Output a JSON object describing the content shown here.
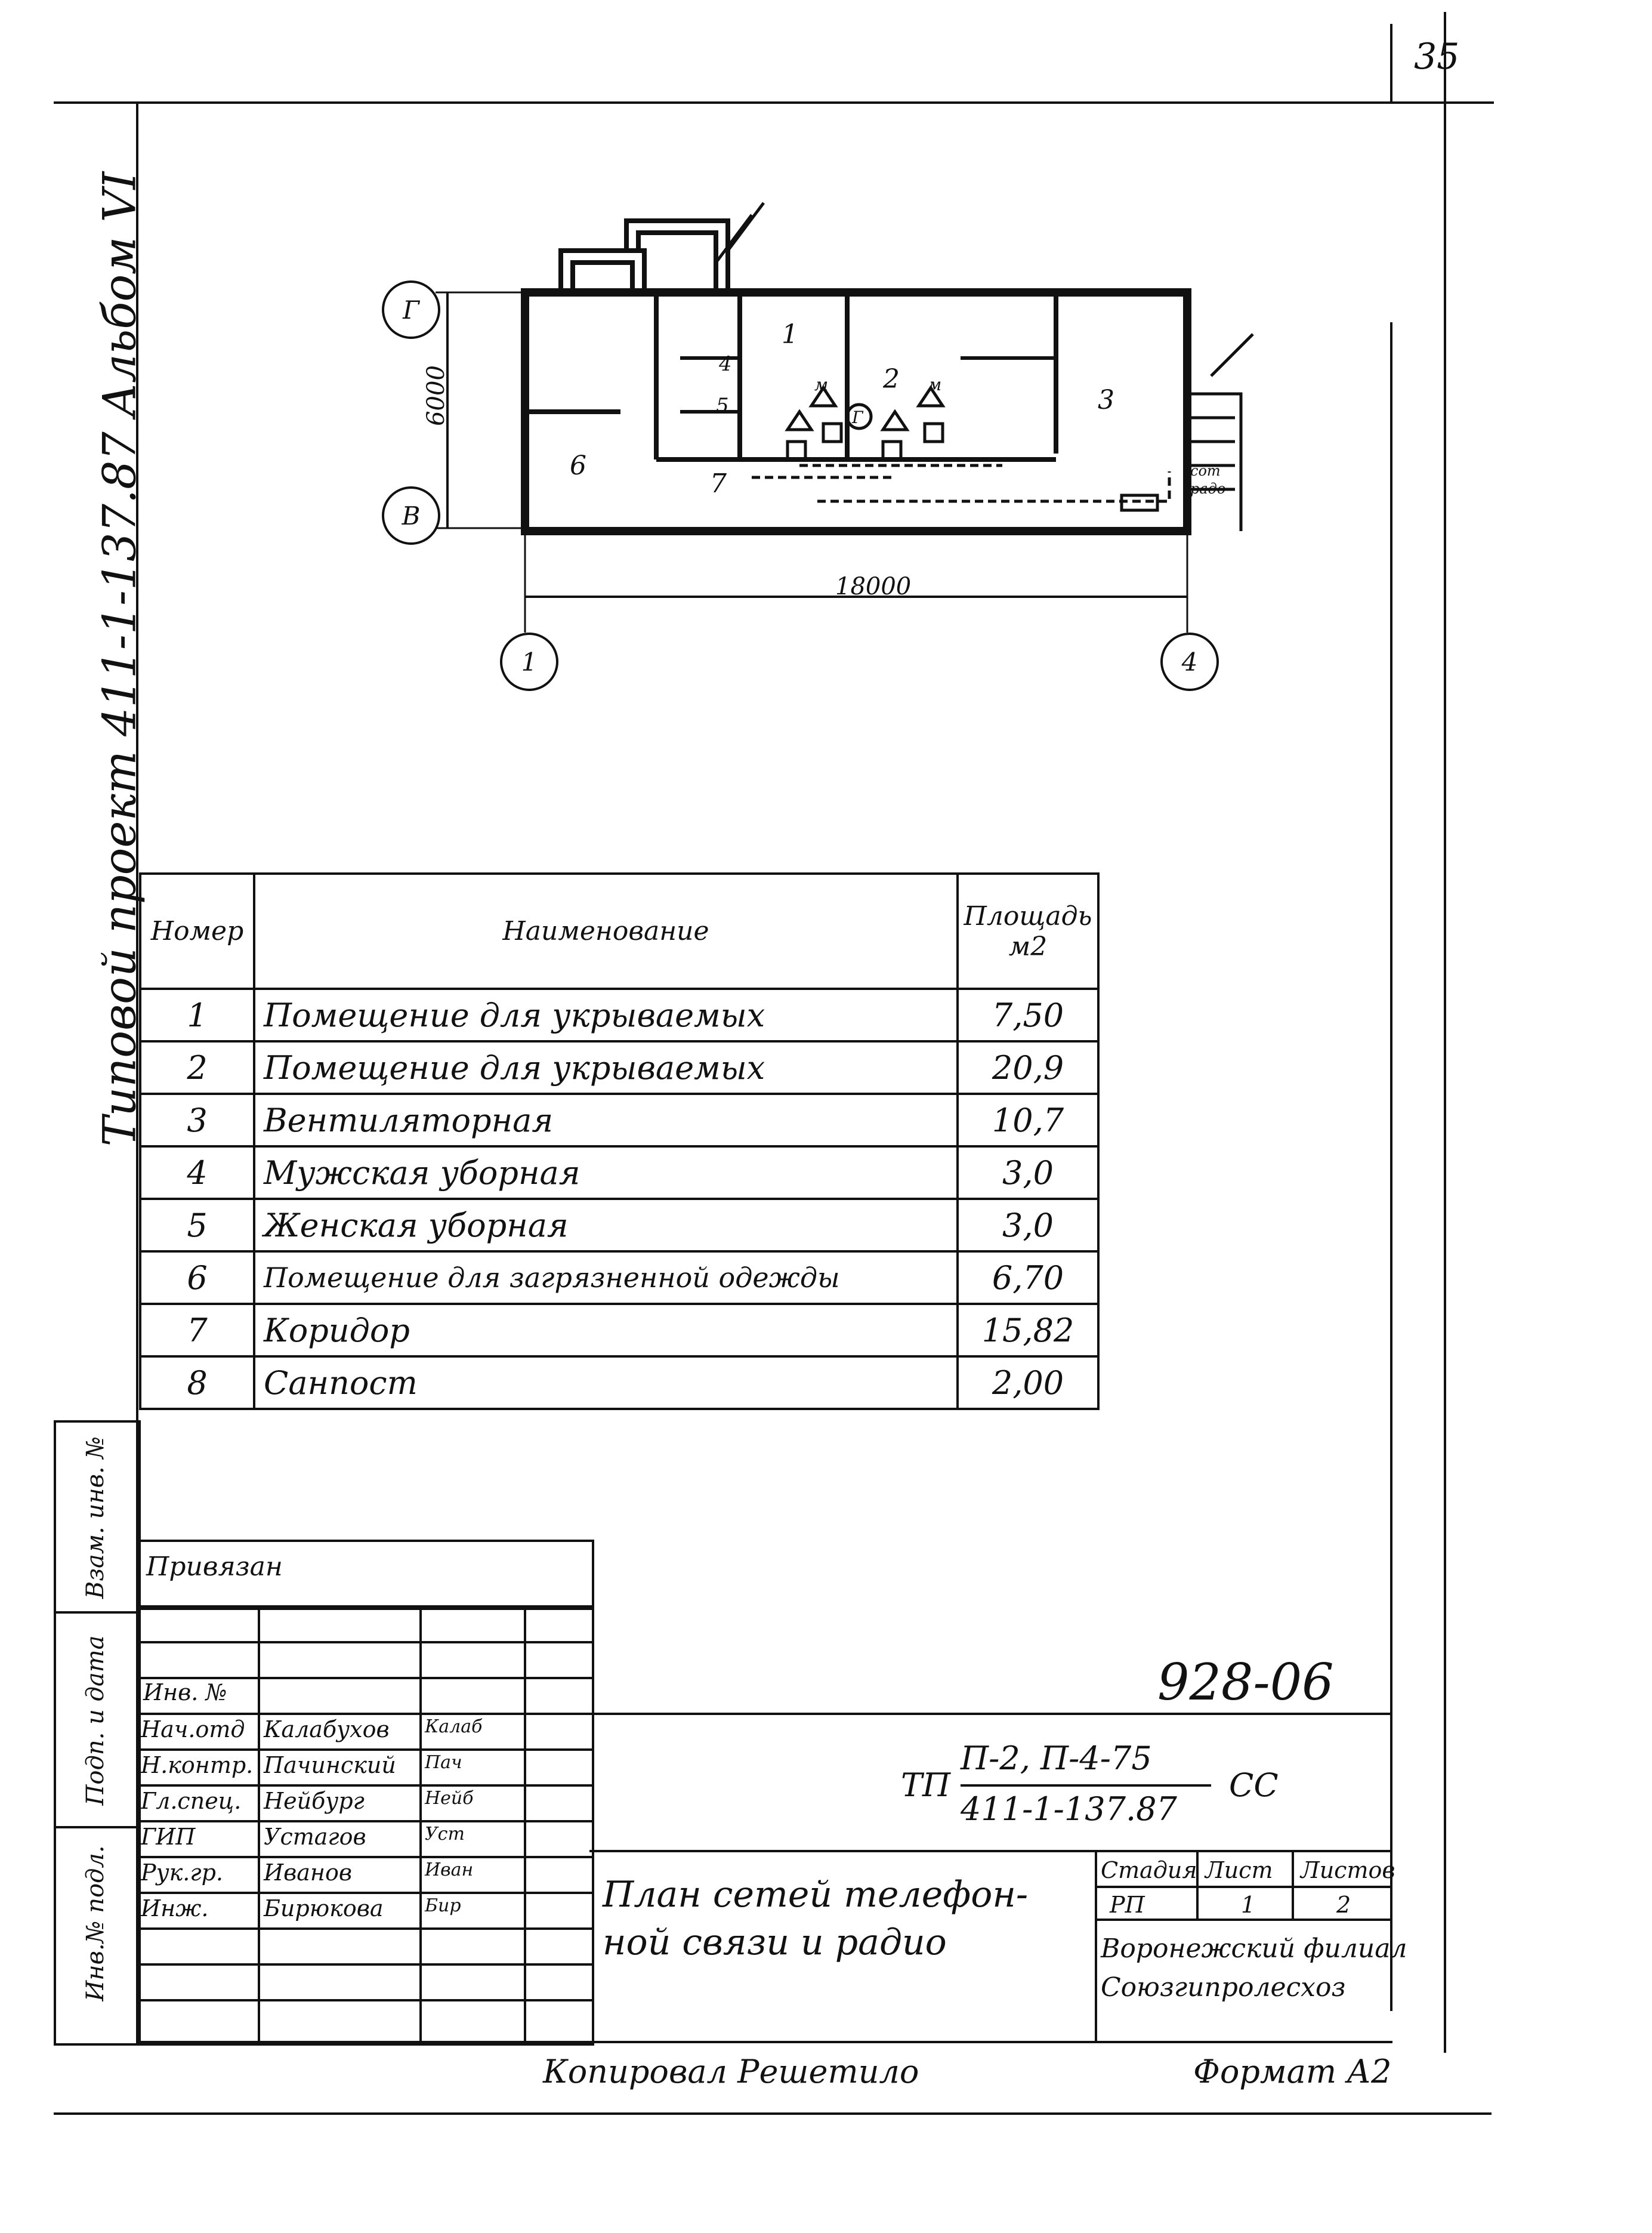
{
  "sheet": {
    "corner_number": "35",
    "side_inscription": "Типовой проект 411-1-137.87  Альбом VI",
    "doc_code": "928-06",
    "copied_by": "Копировал Решетило",
    "format": "Формат А2"
  },
  "plan": {
    "axes": {
      "row_top": "Г",
      "row_bottom": "В",
      "col_left": "1",
      "col_right": "4"
    },
    "dimension_height": "6000",
    "dimension_width": "18000",
    "room_labels": [
      "1",
      "2",
      "3",
      "4",
      "5",
      "6",
      "7"
    ],
    "symbol_g": "Г",
    "riser_labels": [
      "м",
      "м"
    ],
    "stair_labels": [
      "сот",
      "радо"
    ]
  },
  "rooms_table": {
    "headers": {
      "num": "Номер",
      "name": "Наименование",
      "area": "Площадь м2"
    },
    "rows": [
      {
        "num": "1",
        "name": "Помещение для укрываемых",
        "area": "7,50"
      },
      {
        "num": "2",
        "name": "Помещение для укрываемых",
        "area": "20,9"
      },
      {
        "num": "3",
        "name": "Вентиляторная",
        "area": "10,7"
      },
      {
        "num": "4",
        "name": "Мужская уборная",
        "area": "3,0"
      },
      {
        "num": "5",
        "name": "Женская уборная",
        "area": "3,0"
      },
      {
        "num": "6",
        "name": "Помещение для загрязненной одежды",
        "area": "6,70"
      },
      {
        "num": "7",
        "name": "Коридор",
        "area": "15,82"
      },
      {
        "num": "8",
        "name": "Санпост",
        "area": "2,00"
      }
    ]
  },
  "left_strip": [
    "Инв.№ подл.",
    "Подп. и дата",
    "Взам. инв. №"
  ],
  "title_block": {
    "bound_label": "Привязан",
    "inv_label": "Инв. №",
    "signatures": [
      {
        "role": "Нач.отд",
        "name": "Калабухов",
        "sign": "Калаб"
      },
      {
        "role": "Н.контр.",
        "name": "Пачинский",
        "sign": "Пач"
      },
      {
        "role": "Гл.спец.",
        "name": "Нейбург",
        "sign": "Нейб"
      },
      {
        "role": "ГИП",
        "name": "Устагов",
        "sign": "Уст"
      },
      {
        "role": "Рук.гр.",
        "name": "Иванов",
        "sign": "Иван"
      },
      {
        "role": "Инж.",
        "name": "Бирюкова",
        "sign": "Бир"
      }
    ],
    "project_prefix": "ТП",
    "project_top": "П-2, П-4-75",
    "project_bottom": "411-1-137.87",
    "project_suffix": "СС",
    "drawing_title_1": "План сетей телефон-",
    "drawing_title_2": "ной связи и радио",
    "stage_label": "Стадия",
    "sheet_label": "Лист",
    "sheets_label": "Листов",
    "stage_value": "РП",
    "sheet_value": "1",
    "sheets_value": "2",
    "org_1": "Воронежский филиал",
    "org_2": "Союзгипролесхоз"
  }
}
